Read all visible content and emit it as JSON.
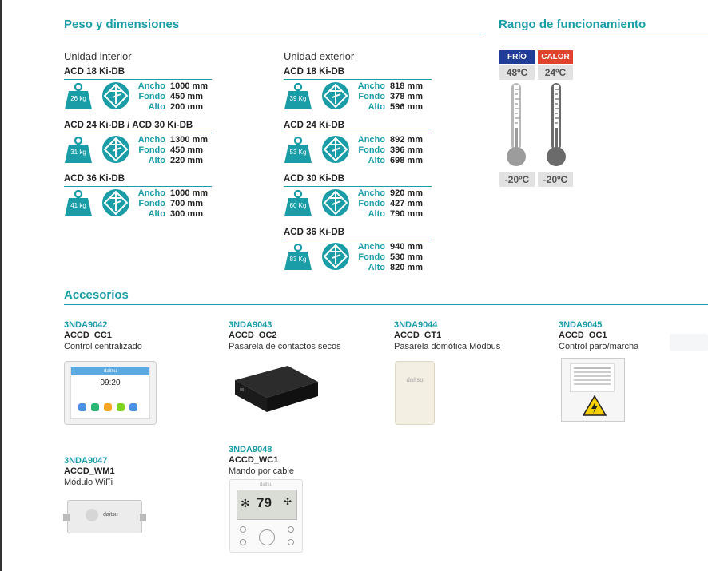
{
  "sections": {
    "weights_title": "Peso y dimensiones",
    "range_title": "Rango de funcionamiento",
    "accessories_title": "Accesorios"
  },
  "indoor": {
    "heading": "Unidad interior",
    "models": [
      {
        "name": "ACD 18 Ki-DB",
        "weight": "26 kg",
        "ancho": "1000 mm",
        "fondo": "450 mm",
        "alto": "200 mm"
      },
      {
        "name": "ACD 24 Ki-DB / ACD 30 Ki-DB",
        "weight": "31 kg",
        "ancho": "1300 mm",
        "fondo": "450 mm",
        "alto": "220 mm"
      },
      {
        "name": "ACD 36 Ki-DB",
        "weight": "41 kg",
        "ancho": "1000 mm",
        "fondo": "700 mm",
        "alto": "300 mm"
      }
    ]
  },
  "outdoor": {
    "heading": "Unidad exterior",
    "models": [
      {
        "name": "ACD 18 Ki-DB",
        "weight": "39 Kg",
        "ancho": "818 mm",
        "fondo": "378 mm",
        "alto": "596 mm"
      },
      {
        "name": "ACD 24 Ki-DB",
        "weight": "53 Kg",
        "ancho": "892 mm",
        "fondo": "396 mm",
        "alto": "698 mm"
      },
      {
        "name": "ACD 30 Ki-DB",
        "weight": "60 Kg",
        "ancho": "920 mm",
        "fondo": "427 mm",
        "alto": "790 mm"
      },
      {
        "name": "ACD 36 Ki-DB",
        "weight": "83 Kg",
        "ancho": "940 mm",
        "fondo": "530 mm",
        "alto": "820 mm"
      }
    ]
  },
  "dim_labels": {
    "ancho": "Ancho",
    "fondo": "Fondo",
    "alto": "Alto"
  },
  "range": {
    "cold": {
      "label": "FRÍO",
      "max": "48ºC",
      "min": "-20ºC",
      "color": "#1f3d96"
    },
    "heat": {
      "label": "CALOR",
      "max": "24ºC",
      "min": "-20ºC",
      "color": "#e0432c"
    }
  },
  "accessories": [
    {
      "code": "3NDA9042",
      "model": "ACCD_CC1",
      "desc": "Control centralizado",
      "screen_brand": "daitsu",
      "screen_time": "09:20"
    },
    {
      "code": "3NDA9043",
      "model": "ACCD_OC2",
      "desc": "Pasarela de contactos secos"
    },
    {
      "code": "3NDA9044",
      "model": "ACCD_GT1",
      "desc": "Pasarela domótica Modbus",
      "brand": "daitsu"
    },
    {
      "code": "3NDA9045",
      "model": "ACCD_OC1",
      "desc": "Control paro/marcha"
    },
    {
      "code": "3NDA9047",
      "model": "ACCD_WM1",
      "desc": "Módulo WiFi",
      "brand": "daitsu"
    },
    {
      "code": "3NDA9048",
      "model": "ACCD_WC1",
      "desc": "Mando por cable",
      "brand": "daitsu",
      "display_temp": "79"
    }
  ],
  "colors": {
    "accent": "#1a9da6",
    "accent_dark": "#16858d"
  }
}
